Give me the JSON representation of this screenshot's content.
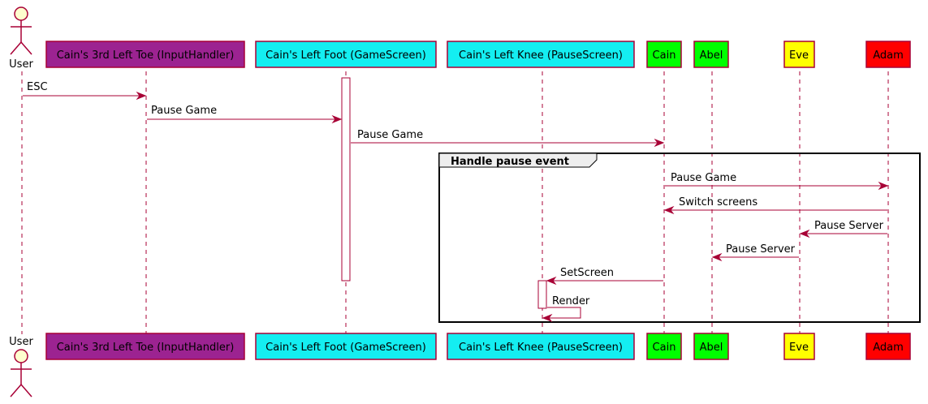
{
  "colors": {
    "arrow": "#A80036",
    "lifeline": "#A80036",
    "border": "#A80036",
    "actor_fill": "#FEFECE",
    "activation_fill": "#FFFFFF",
    "group_border": "#000000",
    "group_header_fill": "#EEEEEE"
  },
  "participants": [
    {
      "id": "user",
      "label": "User",
      "kind": "actor",
      "fill": "#FEFECE"
    },
    {
      "id": "toe",
      "label": "Cain's 3rd Left Toe (InputHandler)",
      "kind": "box",
      "fill": "#9C2391"
    },
    {
      "id": "foot",
      "label": "Cain's Left Foot (GameScreen)",
      "kind": "box",
      "fill": "#14EEF1"
    },
    {
      "id": "knee",
      "label": "Cain's Left Knee (PauseScreen)",
      "kind": "box",
      "fill": "#14EEF1"
    },
    {
      "id": "cain",
      "label": "Cain",
      "kind": "box",
      "fill": "#00FF00"
    },
    {
      "id": "abel",
      "label": "Abel",
      "kind": "box",
      "fill": "#00FF00"
    },
    {
      "id": "eve",
      "label": "Eve",
      "kind": "box",
      "fill": "#FFFF00"
    },
    {
      "id": "adam",
      "label": "Adam",
      "kind": "box",
      "fill": "#FF0000"
    }
  ],
  "group": {
    "label": "Handle pause event"
  },
  "messages": [
    {
      "from": "user",
      "to": "toe",
      "label": "ESC"
    },
    {
      "from": "toe",
      "to": "foot",
      "label": "Pause Game"
    },
    {
      "from": "foot",
      "to": "cain",
      "label": "Pause Game"
    },
    {
      "from": "cain",
      "to": "adam",
      "label": "Pause Game"
    },
    {
      "from": "adam",
      "to": "cain",
      "label": "Switch screens"
    },
    {
      "from": "adam",
      "to": "eve",
      "label": "Pause Server"
    },
    {
      "from": "eve",
      "to": "abel",
      "label": "Pause Server"
    },
    {
      "from": "cain",
      "to": "knee",
      "label": "SetScreen"
    },
    {
      "from": "knee",
      "to": "knee",
      "label": "Render"
    }
  ]
}
